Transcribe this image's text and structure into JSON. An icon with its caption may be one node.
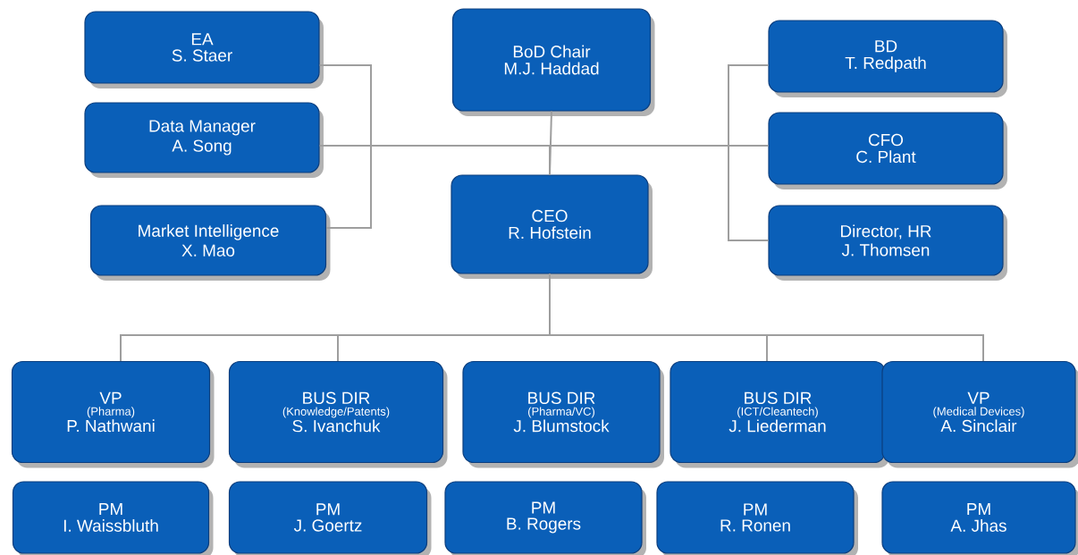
{
  "diagram": {
    "nodes": [
      {
        "text": [
          "EA",
          "S. Staer"
        ]
      },
      {
        "text": [
          "BoD Chair",
          "M.J. Haddad"
        ]
      },
      {
        "text": [
          "BD",
          "T. Redpath"
        ]
      },
      {
        "text": [
          "Data Manager",
          "A. Song"
        ]
      },
      {
        "text": [
          "CFO",
          "C. Plant"
        ]
      },
      {
        "text": [
          "CEO",
          "R. Hofstein"
        ]
      },
      {
        "text": [
          "Market Intelligence",
          "X. Mao"
        ]
      },
      {
        "text": [
          "Director, HR",
          "J. Thomsen"
        ]
      },
      {
        "text": [
          "VP",
          "(Pharma)",
          "P. Nathwani"
        ]
      },
      {
        "text": [
          "BUS DIR",
          "(Knowledge/Patents)",
          "S. Ivanchuk"
        ]
      },
      {
        "text": [
          "BUS DIR",
          "(Pharma/VC)",
          "J. Blumstock"
        ]
      },
      {
        "text": [
          "BUS DIR",
          "(ICT/Cleantech)",
          "J. Liederman"
        ]
      },
      {
        "text": [
          "VP",
          "(Medical Devices)",
          "A. Sinclair"
        ]
      },
      {
        "text": [
          "PM",
          "I. Waissbluth"
        ]
      },
      {
        "text": [
          "PM",
          "J. Goertz"
        ]
      },
      {
        "text": [
          "PM",
          "B. Rogers"
        ]
      },
      {
        "text": [
          "PM",
          "R. Ronen"
        ]
      },
      {
        "text": [
          "PM",
          "A. Jhas"
        ]
      }
    ],
    "edges": [
      {
        "from": 1,
        "to": 5,
        "arrow": "none"
      },
      {
        "from": 5,
        "to": 0,
        "arrow": "none"
      },
      {
        "from": 5,
        "to": 3,
        "arrow": "none"
      },
      {
        "from": 5,
        "to": 6,
        "arrow": "none"
      },
      {
        "from": 5,
        "to": 2,
        "arrow": "none"
      },
      {
        "from": 5,
        "to": 4,
        "arrow": "none"
      },
      {
        "from": 5,
        "to": 7,
        "arrow": "none"
      },
      {
        "from": 5,
        "to": 8,
        "arrow": "none"
      },
      {
        "from": 5,
        "to": 9,
        "arrow": "none"
      },
      {
        "from": 5,
        "to": 11,
        "arrow": "none"
      },
      {
        "from": 5,
        "to": 12,
        "arrow": "none"
      }
    ]
  }
}
